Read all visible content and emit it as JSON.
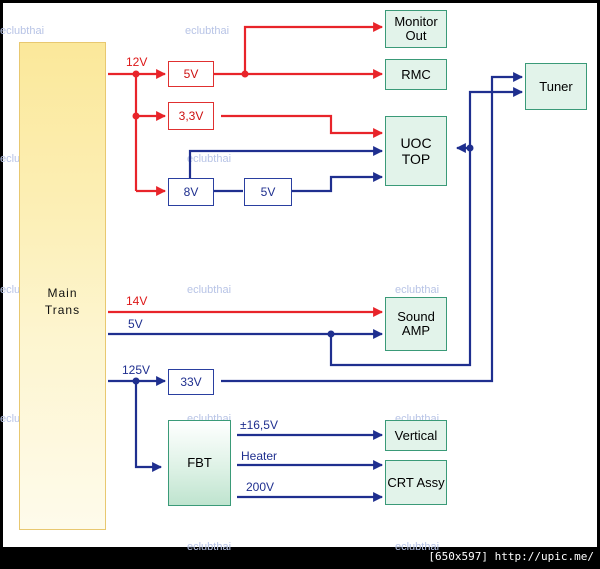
{
  "blocks": {
    "main_trans": "Main\nTrans",
    "monitor_out": "Monitor\nOut",
    "rmc": "RMC",
    "tuner": "Tuner",
    "uoc_top": "UOC\nTOP",
    "sound_amp": "Sound\nAMP",
    "vertical": "Vertical",
    "crt_assy": "CRT Assy",
    "fbt": "FBT"
  },
  "regulators": {
    "reg_5v": "5V",
    "reg_3v3": "3,3V",
    "reg_8v": "8V",
    "reg_5v_b": "5V",
    "reg_33v": "33V"
  },
  "rails": {
    "v12": "12V",
    "v14": "14V",
    "v5": "5V",
    "v125": "125V",
    "v16_5": "±16,5V",
    "heater": "Heater",
    "v200": "200V"
  },
  "watermark": "eclubthai",
  "footer": "[650x597] http://upic.me/",
  "colors": {
    "red_line": "#e8242a",
    "blue_line": "#1f2f8f",
    "green_border": "#3a9a78",
    "green_fill": "#e2f3ea"
  }
}
